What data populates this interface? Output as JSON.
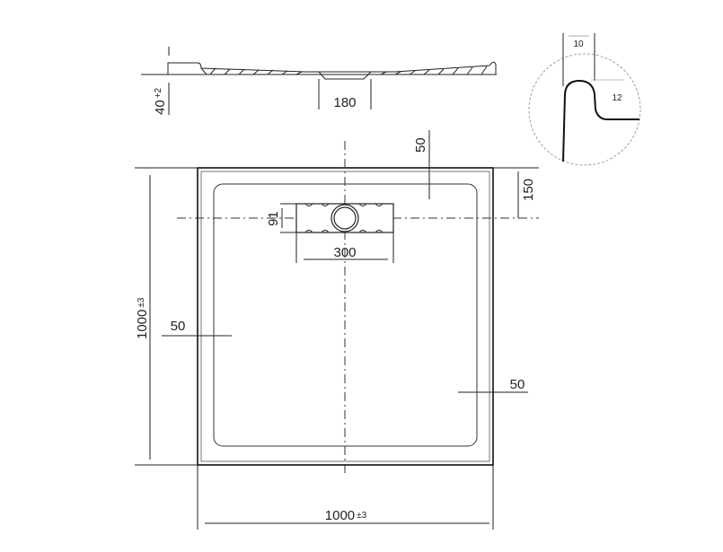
{
  "section_view": {
    "height_label": "40",
    "height_tolerance": "+2",
    "drain_width_label": "180"
  },
  "detail_view": {
    "width_label": "10",
    "height_label": "12"
  },
  "plan_view": {
    "width_label": "1000",
    "width_tolerance": "±3",
    "depth_label": "1000",
    "depth_tolerance": "±3",
    "drain_offset_label": "150",
    "drain_height_label": "91",
    "drain_length_label": "300",
    "margin_top_label": "50",
    "margin_left_label": "50",
    "margin_right_label": "50"
  }
}
